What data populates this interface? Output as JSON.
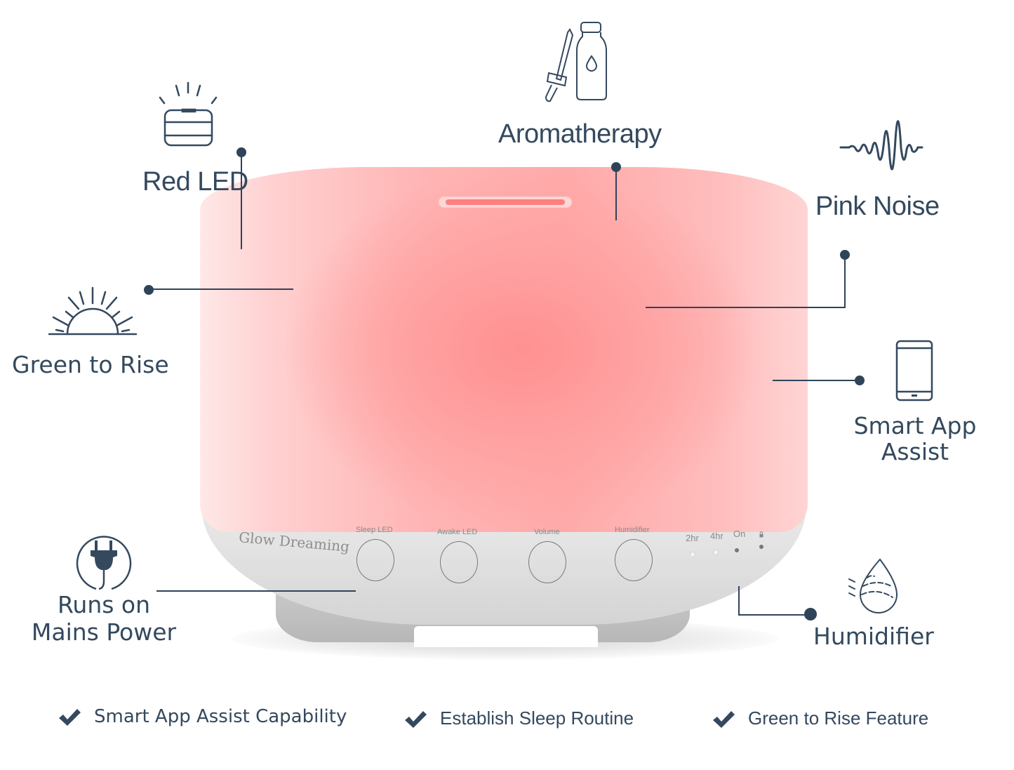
{
  "product": {
    "brand": "Glow Dreaming",
    "buttons": [
      {
        "label": "Sleep LED"
      },
      {
        "label": "Awake LED"
      },
      {
        "label": "Volume"
      },
      {
        "label": "Humidifier"
      }
    ],
    "timers": [
      {
        "label": "2hr",
        "led": "off"
      },
      {
        "label": "4hr",
        "led": "off"
      },
      {
        "label": "On",
        "led": "on"
      },
      {
        "label": "lock-icon",
        "led": "on"
      }
    ],
    "colors": {
      "glow": "#ff9090",
      "base": "#e6e6e6",
      "text": "#34495e"
    }
  },
  "callouts": {
    "red_led": {
      "label": "Red LED",
      "icon": "led-light-icon"
    },
    "aromatherapy": {
      "label": "Aromatherapy",
      "icon": "oil-dropper-bottle-icon"
    },
    "pink_noise": {
      "label": "Pink Noise",
      "icon": "sound-wave-icon"
    },
    "green_to_rise": {
      "label": "Green to Rise",
      "icon": "sunrise-icon"
    },
    "smart_app": {
      "label_line1": "Smart App",
      "label_line2": "Assist",
      "icon": "smartphone-icon"
    },
    "mains_power": {
      "label_line1": "Runs on",
      "label_line2": "Mains Power",
      "icon": "power-plug-icon"
    },
    "humidifier": {
      "label": "Humidifier",
      "icon": "humidity-drop-icon"
    }
  },
  "features": [
    {
      "label": "Smart App Assist Capability"
    },
    {
      "label": "Establish Sleep Routine"
    },
    {
      "label": "Green to Rise Feature"
    }
  ]
}
